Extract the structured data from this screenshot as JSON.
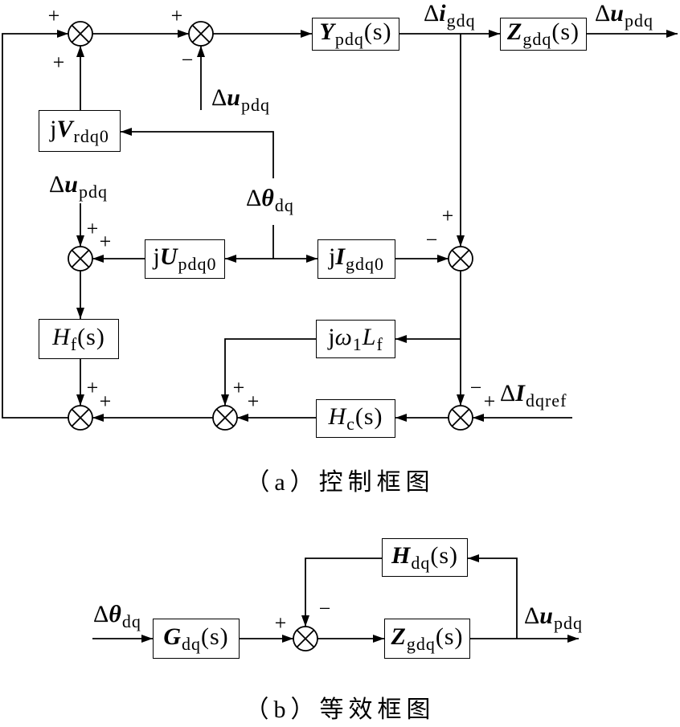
{
  "diagram_a": {
    "blocks": {
      "Y_pdq": {
        "sym": "Y",
        "sub": "pdq",
        "arg": "(s)"
      },
      "Z_gdq": {
        "sym": "Z",
        "sub": "gdq",
        "arg": "(s)"
      },
      "jV_rdq0": {
        "pre": "j",
        "sym": "V",
        "sub": "rdq0"
      },
      "jU_pdq0": {
        "pre": "j",
        "sym": "U",
        "sub": "pdq0"
      },
      "jI_gdq0": {
        "pre": "j",
        "sym": "I",
        "sub": "gdq0"
      },
      "H_f": {
        "sym": "H",
        "sub": "f",
        "arg": "(s)"
      },
      "jw1_Lf": {
        "pre": "j",
        "sym": "ω",
        "sub": "1",
        "sym2": "L",
        "sub2": "f"
      },
      "H_c": {
        "sym": "H",
        "sub": "c",
        "arg": "(s)"
      }
    },
    "signals": {
      "delta_i_gdq": {
        "pre": "Δ",
        "sym": "i",
        "sub": "gdq"
      },
      "delta_u_pdq_out": {
        "pre": "Δ",
        "sym": "u",
        "sub": "pdq"
      },
      "delta_u_pdq_top": {
        "pre": "Δ",
        "sym": "u",
        "sub": "pdq"
      },
      "delta_theta_dq": {
        "pre": "Δ",
        "sym": "θ",
        "sub": "dq"
      },
      "delta_u_pdq_left": {
        "pre": "Δ",
        "sym": "u",
        "sub": "pdq"
      },
      "delta_I_dqref": {
        "pre": "Δ",
        "sym": "I",
        "sub": "dqref"
      }
    },
    "signs": {
      "sum1_left": "+",
      "sum1_bottom": "+",
      "sum2_left": "+",
      "sum2_bottom": "−",
      "sum3_top": "+",
      "sum3_left": "−",
      "sum4_top": "+",
      "sum4_right": "+",
      "sum5_top": "+",
      "sum5_right": "+",
      "sum6_top": "+",
      "sum6_right": "+",
      "sum7_top": "−",
      "sum7_right": "+"
    },
    "caption": "（a）控制框图"
  },
  "diagram_b": {
    "blocks": {
      "G_dq": {
        "sym": "G",
        "sub": "dq",
        "arg": "(s)"
      },
      "Z_gdq": {
        "sym": "Z",
        "sub": "gdq",
        "arg": "(s)"
      },
      "H_dq": {
        "sym": "H",
        "sub": "dq",
        "arg": "(s)"
      }
    },
    "signals": {
      "delta_theta_dq": {
        "pre": "Δ",
        "sym": "θ",
        "sub": "dq"
      },
      "delta_u_pdq": {
        "pre": "Δ",
        "sym": "u",
        "sub": "pdq"
      }
    },
    "signs": {
      "sum_left": "+",
      "sum_top": "−"
    },
    "caption": "（b）等效框图"
  }
}
